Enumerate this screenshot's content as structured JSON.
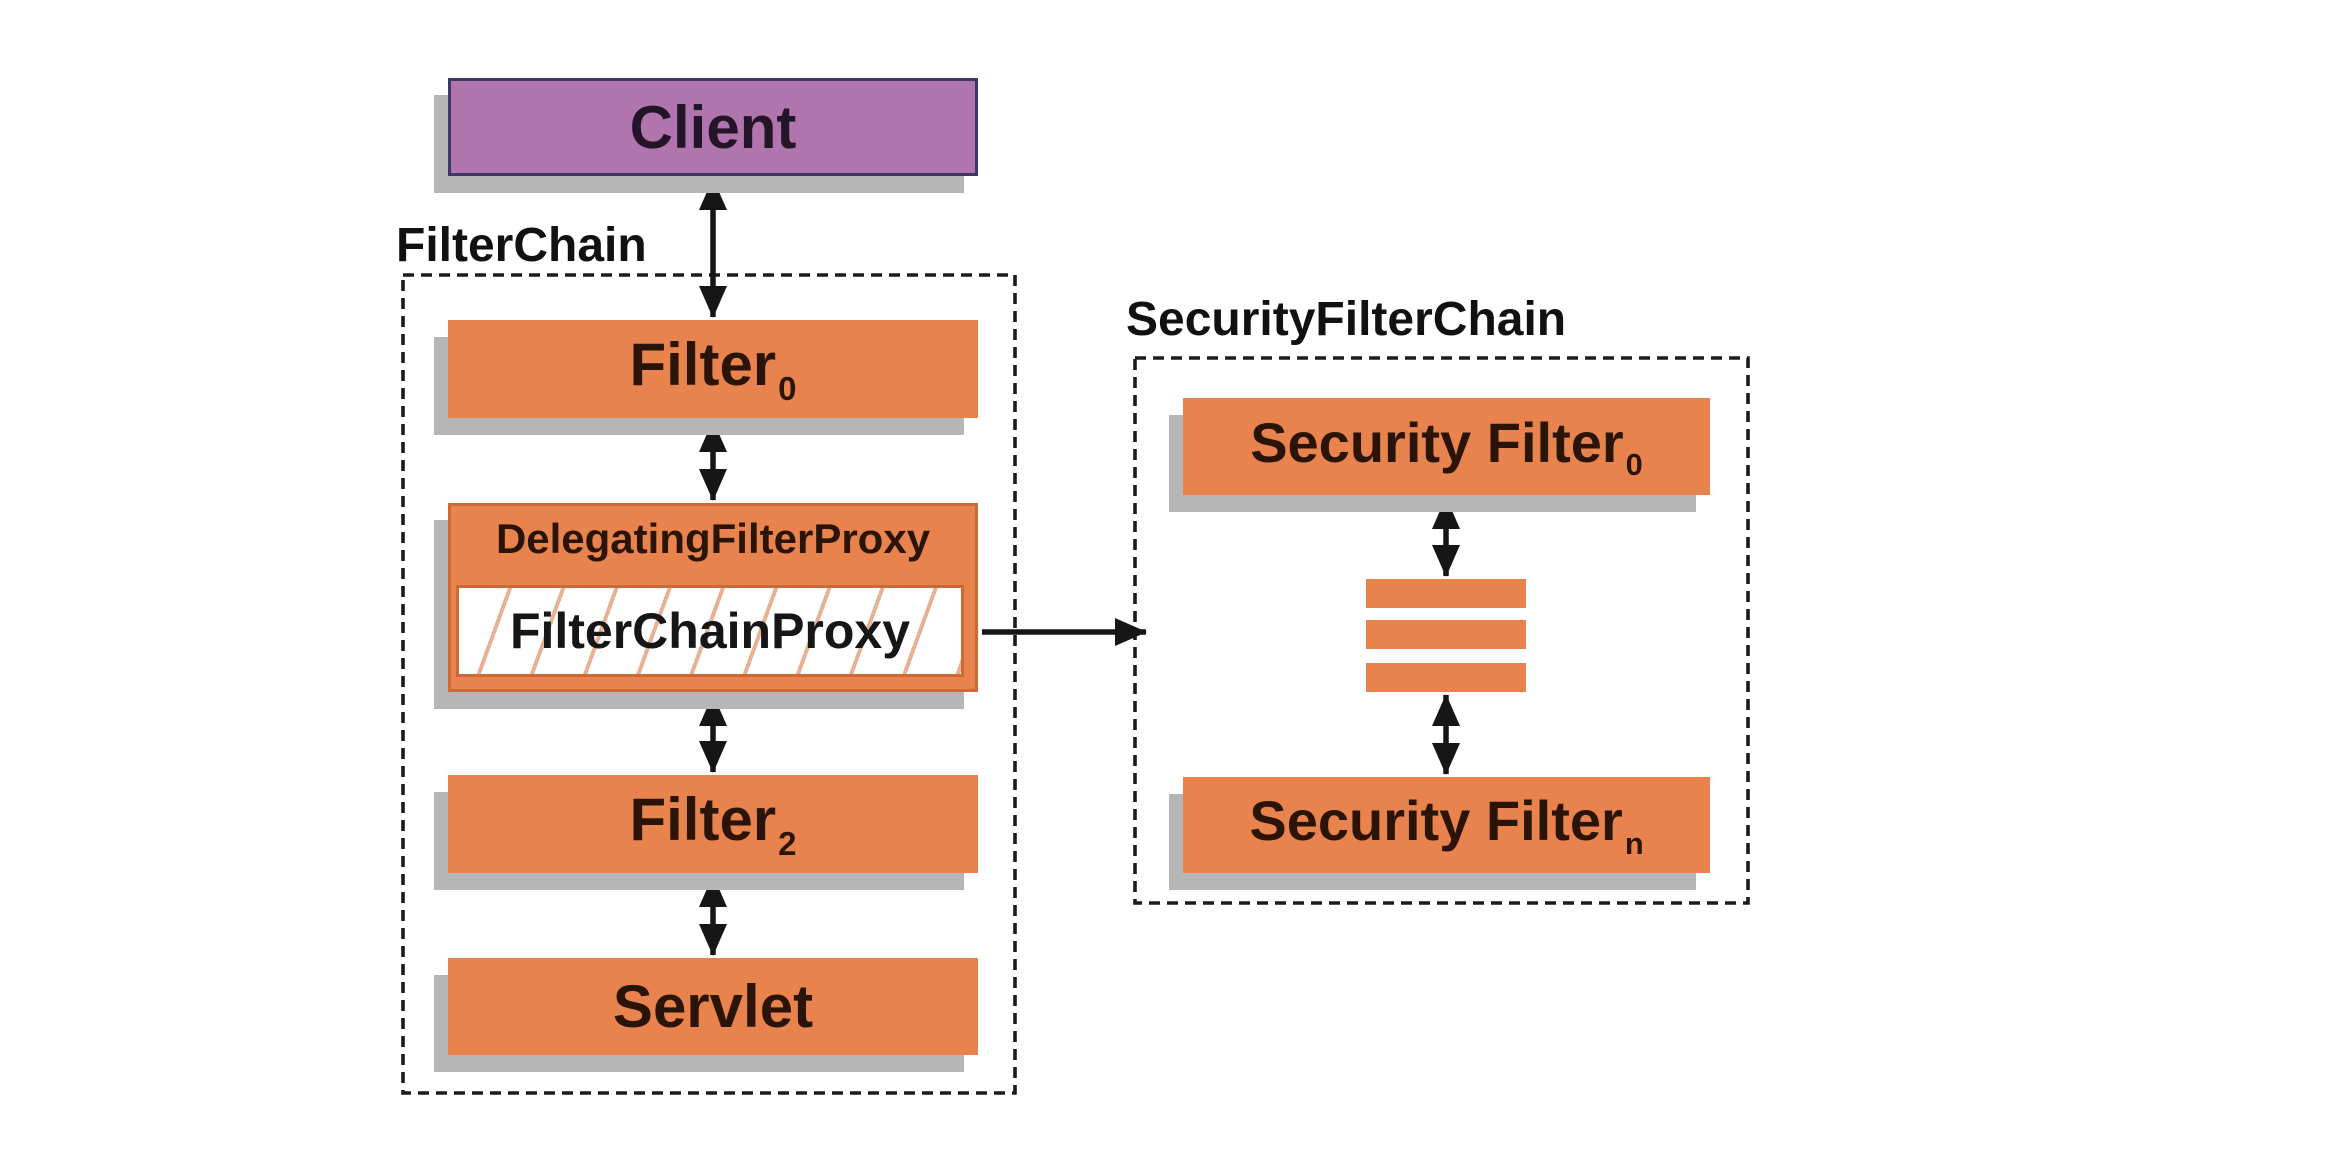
{
  "diagram": {
    "type": "architecture-diagram",
    "subject": "Spring Security DelegatingFilterProxy / FilterChainProxy filter chain",
    "colors": {
      "box_orange": "#E8834E",
      "box_orange_border": "#CC6A36",
      "client_purple": "#AF75AC",
      "client_border": "#3F3566",
      "client_text": "#241428",
      "orange_text": "#2A1407",
      "shadow": "#B6B6B6",
      "hatch": "#E7B294",
      "label_text": "#111111",
      "arrow": "#161616"
    },
    "client": {
      "label": "Client"
    },
    "filter_chain": {
      "title": "FilterChain",
      "nodes": [
        {
          "label": "Filter",
          "sub": "0"
        },
        {
          "label": "DelegatingFilterProxy",
          "inner": {
            "label": "FilterChainProxy"
          }
        },
        {
          "label": "Filter",
          "sub": "2"
        },
        {
          "label": "Servlet"
        }
      ]
    },
    "security_filter_chain": {
      "title": "SecurityFilterChain",
      "nodes": [
        {
          "label": "Security Filter",
          "sub": "0"
        },
        {
          "type": "ellipsis-bars",
          "bar_count": 3
        },
        {
          "label": "Security Filter",
          "sub": "n"
        }
      ]
    },
    "connections": [
      "Client <-> Filter0",
      "Filter0 <-> DelegatingFilterProxy",
      "DelegatingFilterProxy <-> Filter2",
      "Filter2 <-> Servlet",
      "FilterChainProxy -> SecurityFilterChain",
      "SecurityFilter0 <-> ellipsis",
      "ellipsis <-> SecurityFilterN"
    ]
  }
}
